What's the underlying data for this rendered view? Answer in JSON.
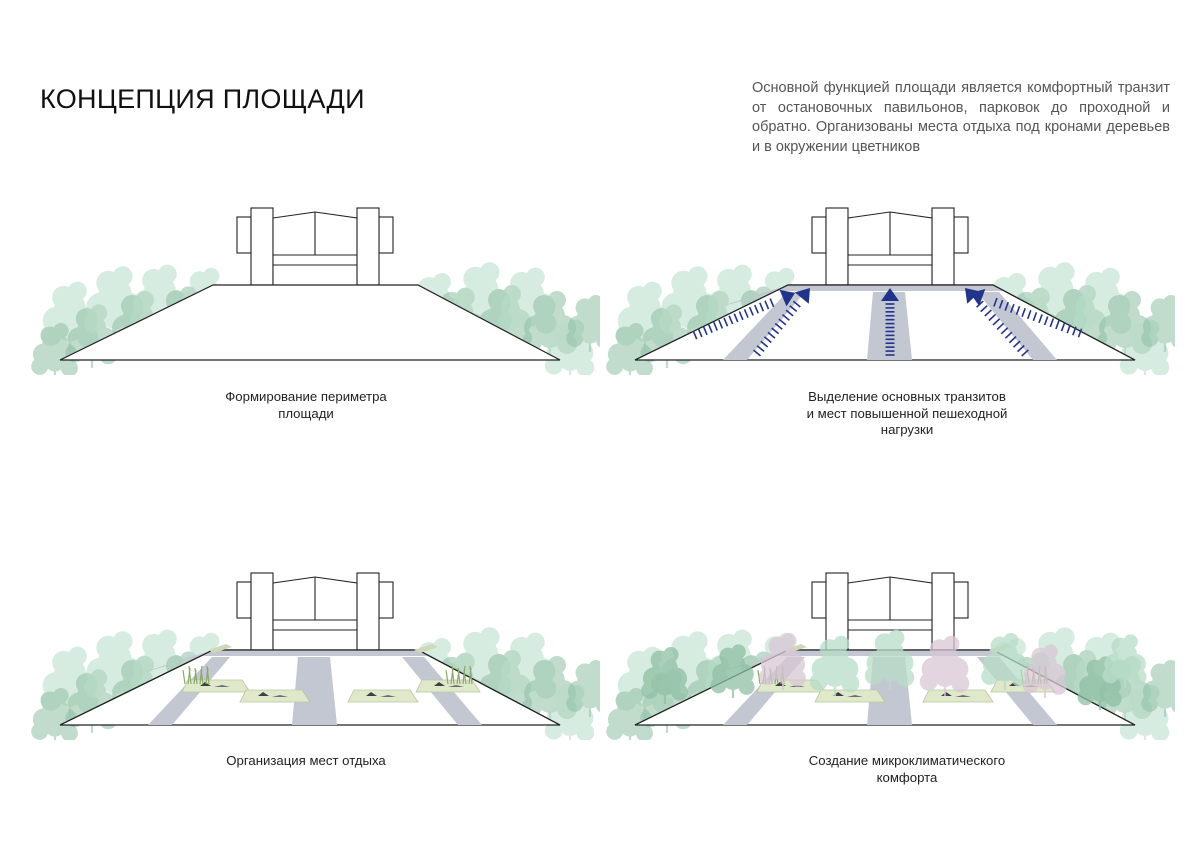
{
  "page": {
    "title": "КОНЦЕПЦИЯ ПЛОЩАДИ",
    "intro": "Основной функцией площади является комфортный транзит от остановочных павильонов, парковок до проходной и обратно. Организованы места отдыха под кронами деревьев и в окружении цветников"
  },
  "panels": [
    {
      "id": "perimeter",
      "caption_lines": [
        "Формирование периметра",
        "площади"
      ]
    },
    {
      "id": "transits",
      "caption_lines": [
        "Выделение основных транзитов",
        "и мест повышенной пешеходной",
        "нагрузки"
      ]
    },
    {
      "id": "rest",
      "caption_lines": [
        "Организация мест отдыха"
      ]
    },
    {
      "id": "microclimate",
      "caption_lines": [
        "Создание микроклиматического",
        "комфорта"
      ]
    }
  ],
  "colors": {
    "tree_canopy": "#b8ddc8",
    "tree_dark": "#8fbfa4",
    "path": "#c3c7d2",
    "arrow": "#22348a",
    "lawn": "#dfe8c9",
    "blossom": "#d9c7d6",
    "outline": "#222222"
  },
  "icons": [
    "tree-icon",
    "building-icon",
    "arrow-icon",
    "bench-icon",
    "flowerbed-icon"
  ]
}
